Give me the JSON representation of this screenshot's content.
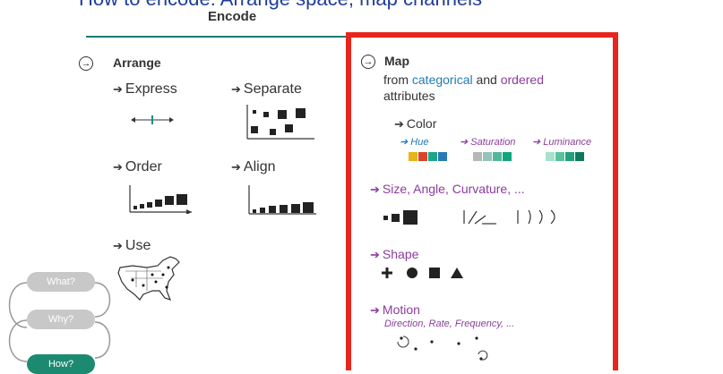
{
  "header": {
    "cutoff_title": "How to encode: Arrange space, map channels",
    "section_title": "Encode"
  },
  "arrange": {
    "title": "Arrange",
    "items": [
      "Express",
      "Separate",
      "Order",
      "Align",
      "Use"
    ]
  },
  "map": {
    "title": "Map",
    "desc_from": "from",
    "desc_categorical": "categorical",
    "desc_and": "and",
    "desc_ordered": "ordered",
    "desc_attributes": "attributes",
    "color": {
      "label": "Color",
      "hue": "Hue",
      "saturation": "Saturation",
      "luminance": "Luminance"
    },
    "size_label": "Size, Angle, Curvature, ...",
    "shape_label": "Shape",
    "shape_glyphs": "+ ● ■ ▲",
    "motion_label": "Motion",
    "motion_sub": "Direction, Rate, Frequency, ...",
    "curvature_glyphs": "| ) ) )"
  },
  "nav": {
    "what": "What?",
    "why": "Why?",
    "how": "How?"
  },
  "colors": {
    "accent_teal": "#1c7a78",
    "highlight_red": "#e8251c",
    "purple": "#8b3c9c",
    "blue": "#1f7ab5"
  },
  "icons": {
    "arrow": "→",
    "circle_arrow": "→"
  }
}
